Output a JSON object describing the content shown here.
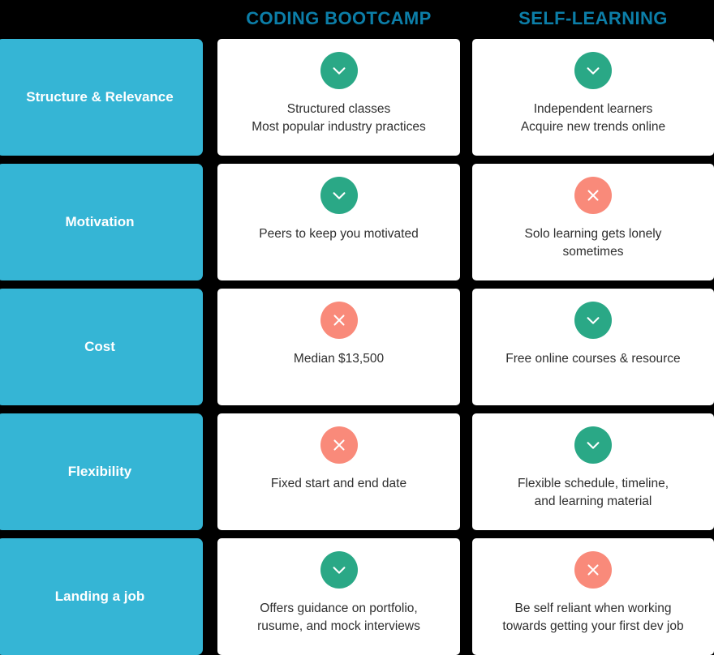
{
  "headers": {
    "row_label_col": "",
    "columns": [
      {
        "label": "CODING BOOTCAMP"
      },
      {
        "label": "SELF-LEARNING"
      }
    ]
  },
  "colors": {
    "background": "#000000",
    "row_label_bg": "#35b5d5",
    "row_label_text": "#ffffff",
    "header_text": "#0c7ea8",
    "card_bg": "#ffffff",
    "card_text": "#2f2f2f",
    "icon_yes": "#2aa886",
    "icon_no": "#f98a7a"
  },
  "rows": [
    {
      "label": "Structure & Relevance",
      "bootcamp": {
        "icon": "check-circle-icon",
        "status": "yes",
        "text": "Structured classes\nMost popular industry practices"
      },
      "self_learning": {
        "icon": "check-circle-icon",
        "status": "yes",
        "text": "Independent learners\nAcquire new trends online"
      }
    },
    {
      "label": "Motivation",
      "bootcamp": {
        "icon": "check-circle-icon",
        "status": "yes",
        "text": "Peers to keep you motivated"
      },
      "self_learning": {
        "icon": "x-circle-icon",
        "status": "no",
        "text": "Solo learning gets lonely\nsometimes"
      }
    },
    {
      "label": "Cost",
      "bootcamp": {
        "icon": "x-circle-icon",
        "status": "no",
        "text": "Median $13,500"
      },
      "self_learning": {
        "icon": "check-circle-icon",
        "status": "yes",
        "text": "Free online courses & resource"
      }
    },
    {
      "label": "Flexibility",
      "bootcamp": {
        "icon": "x-circle-icon",
        "status": "no",
        "text": "Fixed start and end date"
      },
      "self_learning": {
        "icon": "check-circle-icon",
        "status": "yes",
        "text": "Flexible schedule, timeline,\nand learning material"
      }
    },
    {
      "label": "Landing a job",
      "bootcamp": {
        "icon": "check-circle-icon",
        "status": "yes",
        "text": "Offers guidance on portfolio,\nrusume, and mock interviews"
      },
      "self_learning": {
        "icon": "x-circle-icon",
        "status": "no",
        "text": "Be self reliant when working\ntowards getting your first dev job"
      }
    }
  ]
}
